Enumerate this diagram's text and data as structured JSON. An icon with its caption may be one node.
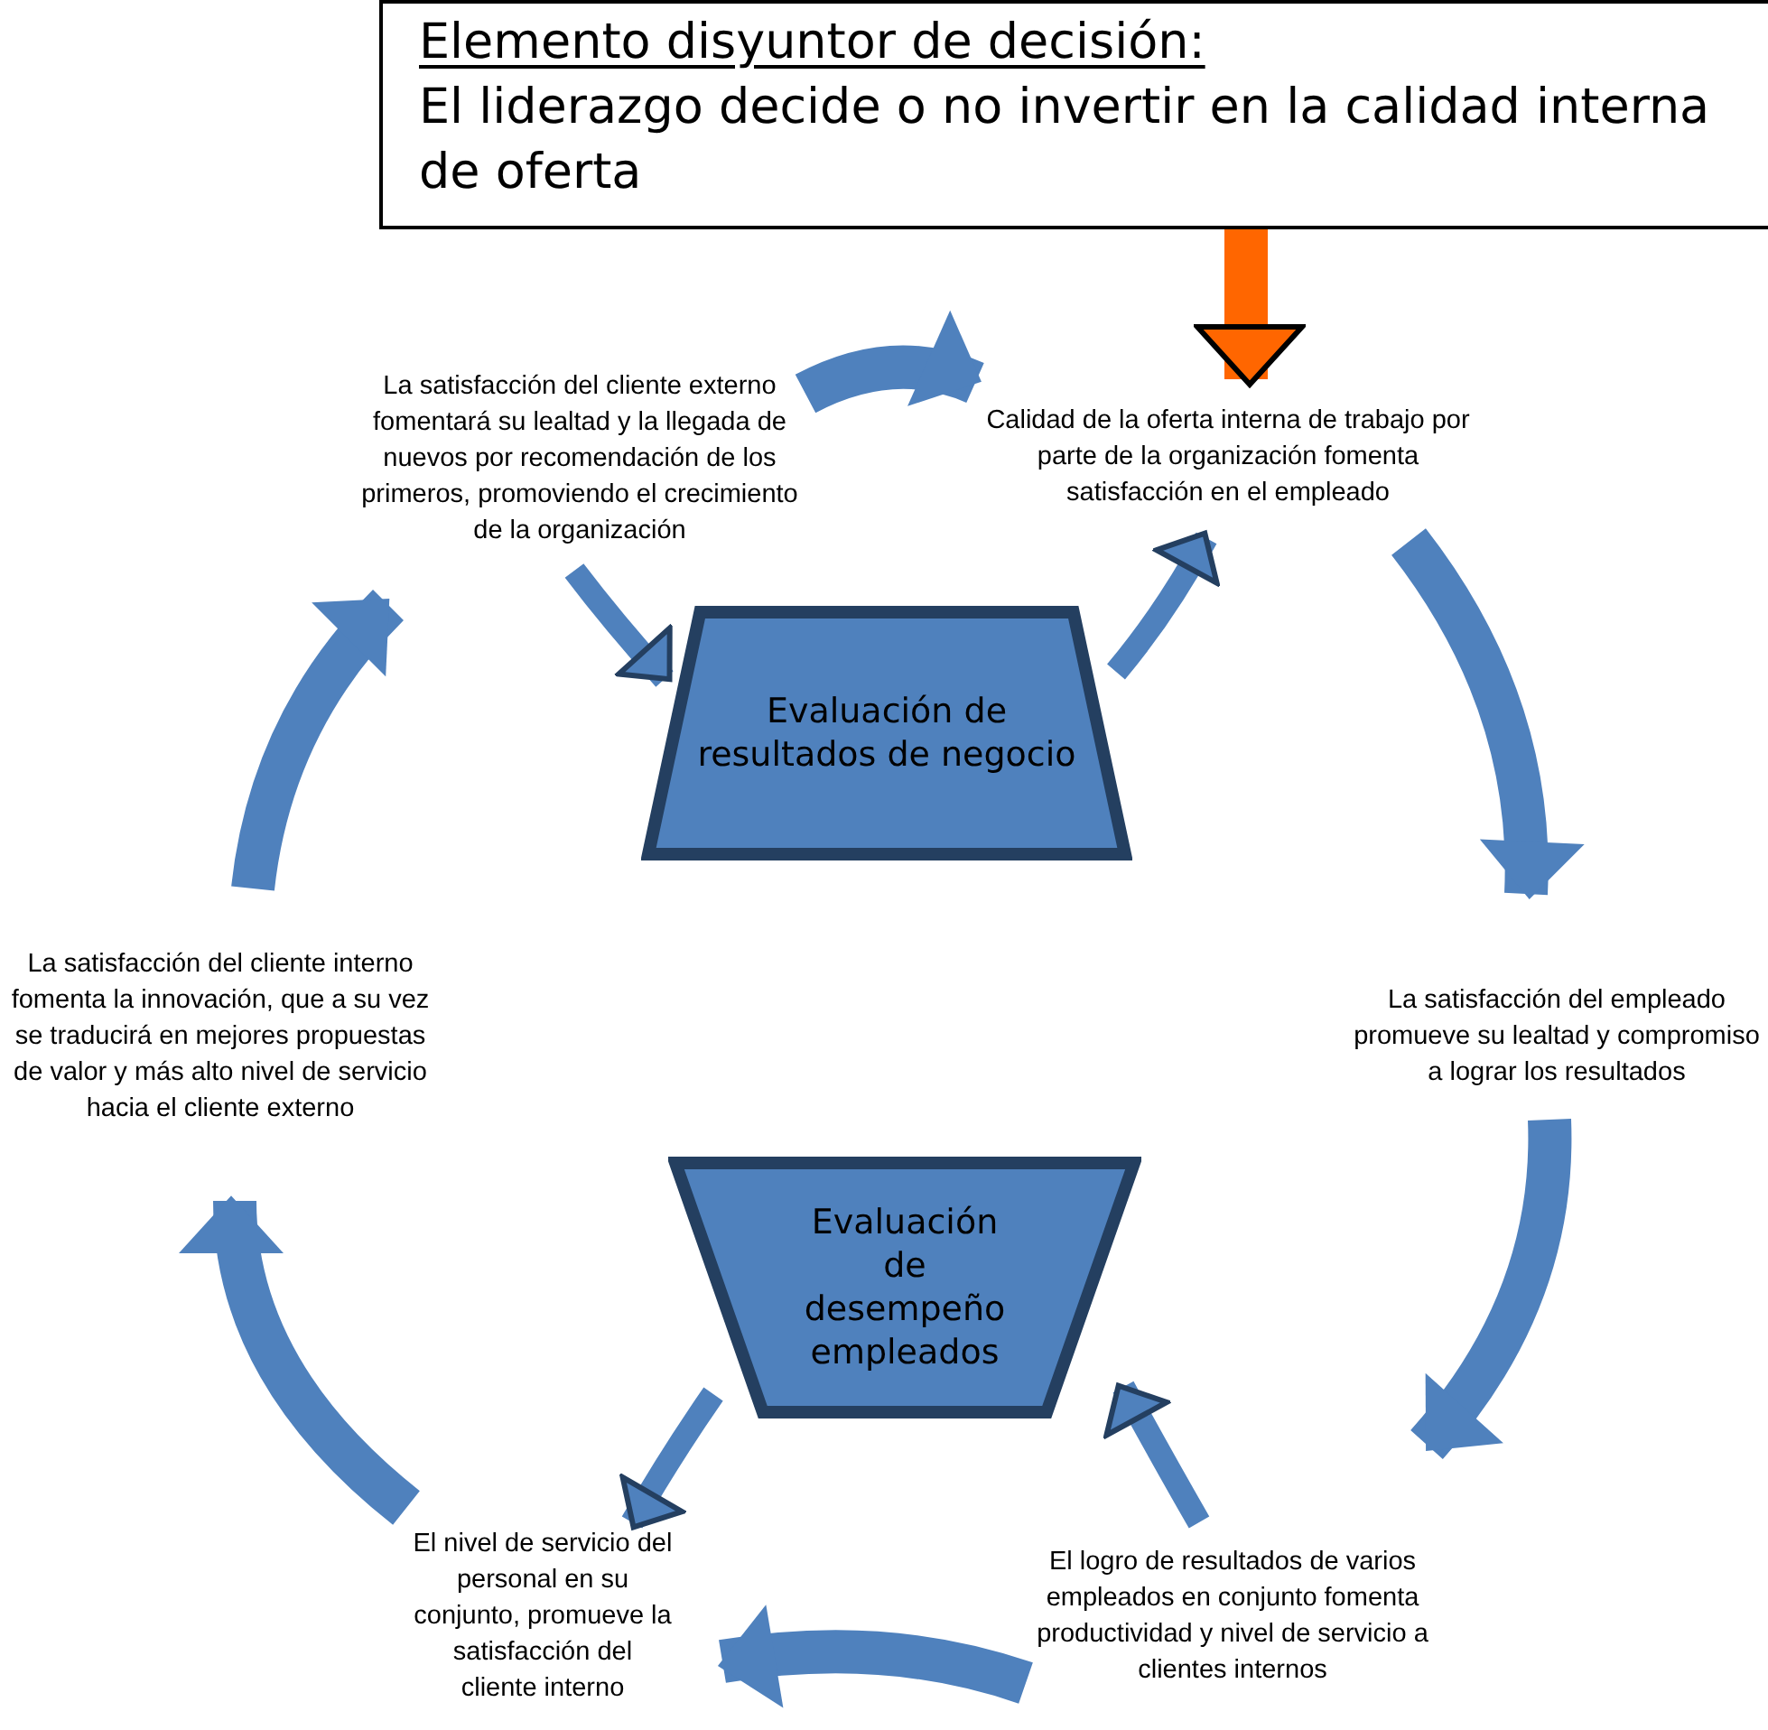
{
  "diagram": {
    "nodes": [
      {
        "text": [
          "Elemento disyuntor de decisión:",
          "El liderazgo decide o no invertir en la calidad interna de oferta"
        ]
      },
      {
        "text": [
          "Calidad de la oferta  interna de trabajo por parte de la organización fomenta satisfacción en el empleado"
        ]
      },
      {
        "text": [
          "La satisfacción del empleado promueve su lealtad y compromiso a lograr los resultados"
        ]
      },
      {
        "text": [
          "El logro de resultados de varios empleados en conjunto fomenta productividad y nivel de servicio a clientes internos"
        ]
      },
      {
        "text": [
          "El nivel de servicio del personal en su conjunto, promueve la satisfacción del cliente interno"
        ]
      },
      {
        "text": [
          "La satisfacción del cliente interno fomenta la innovación, que a su vez se traducirá en mejores propuestas de valor y más alto nivel de servicio hacia el cliente externo"
        ]
      },
      {
        "text": [
          "La satisfacción del cliente externo fomentará su lealtad y la llegada de nuevos por recomendación de los primeros, promoviendo el crecimiento de la organización"
        ]
      },
      {
        "text": [
          "Evaluación de resultados de negocio"
        ]
      },
      {
        "text": [
          "Evaluación de desempeño empleados"
        ]
      }
    ],
    "edges": [
      {
        "from": 0,
        "to": 1,
        "arrow": "to",
        "color": "#ff6600"
      },
      {
        "from": 6,
        "to": 1,
        "arrow": "to"
      },
      {
        "from": 1,
        "to": 2,
        "arrow": "to"
      },
      {
        "from": 2,
        "to": 3,
        "arrow": "to"
      },
      {
        "from": 3,
        "to": 4,
        "arrow": "to"
      },
      {
        "from": 4,
        "to": 5,
        "arrow": "to"
      },
      {
        "from": 5,
        "to": 6,
        "arrow": "to"
      },
      {
        "from": 6,
        "to": 7,
        "arrow": "to"
      },
      {
        "from": 7,
        "to": 1,
        "arrow": "to"
      },
      {
        "from": 3,
        "to": 8,
        "arrow": "to"
      },
      {
        "from": 8,
        "to": 4,
        "arrow": "to"
      }
    ]
  }
}
